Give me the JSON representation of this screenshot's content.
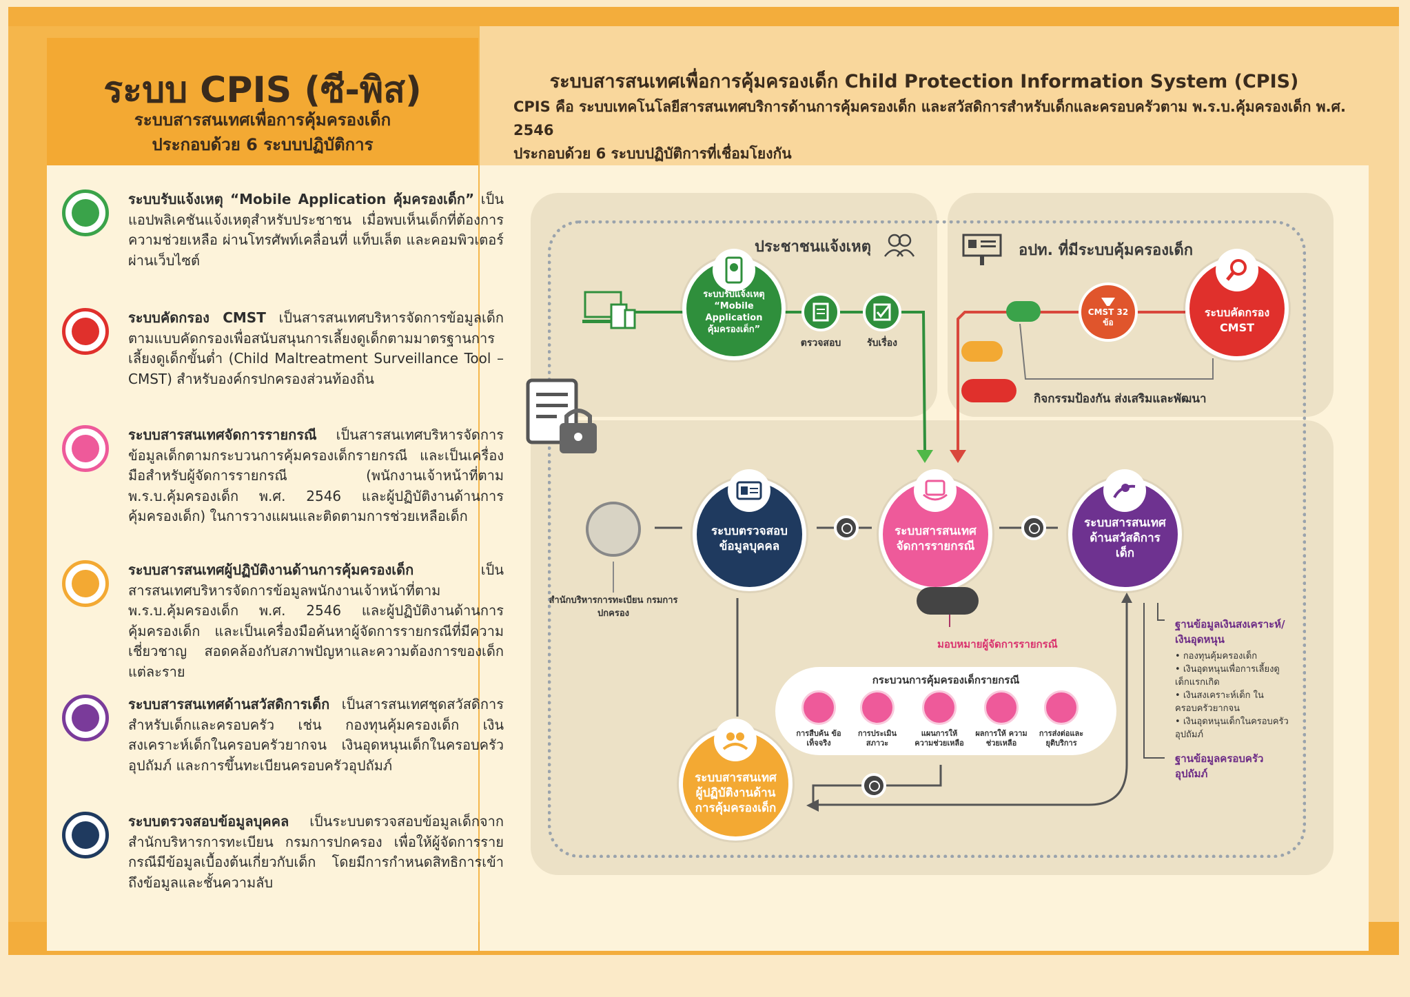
{
  "left_header": {
    "title": "ระบบ CPIS (ซี-พิส)",
    "subtitle_1": "ระบบสารสนเทศเพื่อการคุ้มครองเด็ก",
    "subtitle_2": "ประกอบด้วย 6 ระบบปฏิบัติการ"
  },
  "right_header": {
    "title": "ระบบสารสนเทศเพื่อการคุ้มครองเด็ก Child Protection Information System (CPIS)",
    "desc_1": "CPIS คือ ระบบเทคโนโลยีสารสนเทศบริการด้านการคุ้มครองเด็ก และสวัสดิการสำหรับเด็กและครอบครัวตาม พ.ร.บ.คุ้มครองเด็ก พ.ศ. 2546",
    "desc_2": "ประกอบด้วย 6 ระบบปฏิบัติการที่เชื่อมโยงกัน"
  },
  "systems": [
    {
      "name": "ระบบรับแจ้งเหตุ “Mobile Application คุ้มครองเด็ก”",
      "body": " เป็นแอปพลิเคชันแจ้งเหตุสำหรับประชาชน เมื่อพบเห็นเด็กที่ต้องการความช่วยเหลือ ผ่านโทรศัพท์เคลื่อนที่ แท็บเล็ต และคอมพิวเตอร์ผ่านเว็บไซต์",
      "color": "#3aa34a",
      "icon": "mobile-app-icon"
    },
    {
      "name": "ระบบคัดกรอง CMST",
      "body": " เป็นสารสนเทศบริหารจัดการข้อมูลเด็กตามแบบคัดกรองเพื่อสนับสนุนการเลี้ยงดูเด็กตามมาตรฐานการเลี้ยงดูเด็กขั้นต่ำ (Child Maltreatment Surveillance Tool – CMST) สำหรับองค์กรปกครองส่วนท้องถิ่น",
      "color": "#e0302c",
      "icon": "screening-icon"
    },
    {
      "name": "ระบบสารสนเทศจัดการรายกรณี",
      "body": " เป็นสารสนเทศบริหารจัดการข้อมูลเด็กตามกระบวนการคุ้มครองเด็กรายกรณี และเป็นเครื่องมือสำหรับผู้จัดการรายกรณี (พนักงานเจ้าหน้าที่ตาม พ.ร.บ.คุ้มครองเด็ก พ.ศ. 2546 และผู้ปฏิบัติงานด้านการคุ้มครองเด็ก) ในการวางแผนและติดตามการช่วยเหลือเด็ก",
      "color": "#ee5a9a",
      "icon": "case-management-icon"
    },
    {
      "name": "ระบบสารสนเทศผู้ปฏิบัติงานด้านการคุ้มครองเด็ก",
      "body": " เป็นสารสนเทศบริหารจัดการข้อมูลพนักงานเจ้าหน้าที่ตาม พ.ร.บ.คุ้มครองเด็ก พ.ศ. 2546 และผู้ปฏิบัติงานด้านการคุ้มครองเด็ก และเป็นเครื่องมือค้นหาผู้จัดการรายกรณีที่มีความเชี่ยวชาญ สอดคล้องกับสภาพปัญหาและความต้องการของเด็กแต่ละราย",
      "color": "#f3a933",
      "icon": "practitioner-icon"
    },
    {
      "name": "ระบบสารสนเทศด้านสวัสดิการเด็ก",
      "body": " เป็นสารสนเทศชุดสวัสดิการสำหรับเด็กและครอบครัว เช่น กองทุนคุ้มครองเด็ก เงินสงเคราะห์เด็กในครอบครัวยากจน เงินอุดหนุนเด็กในครอบครัวอุปถัมภ์ และการขึ้นทะเบียนครอบครัวอุปถัมภ์",
      "color": "#7a3b9a",
      "icon": "welfare-icon"
    },
    {
      "name": "ระบบตรวจสอบข้อมูลบุคคล",
      "body": " เป็นระบบตรวจสอบข้อมูลเด็กจากสำนักบริหารการทะเบียน กรมการปกครอง เพื่อให้ผู้จัดการรายกรณีมีข้อมูลเบื้องต้นเกี่ยวกับเด็ก โดยมีการกำหนดสิทธิการเข้าถึงข้อมูลและชั้นความลับ",
      "color": "#1f3a5f",
      "icon": "id-card-icon"
    }
  ],
  "diagram": {
    "zone_public": "ประชาชนแจ้งเหตุ",
    "zone_local": "อปท. ที่มีระบบคุ้มครองเด็ก",
    "mobile_circle": "ระบบรับแจ้งเหตุ “Mobile Application คุ้มครองเด็ก”",
    "check_label": "ตรวจสอบ",
    "accept_label": "รับเรื่อง",
    "cmst_funnel": "CMST 32 ข้อ",
    "cmst_circle": "ระบบคัดกรอง CMST",
    "prevention_label": "กิจกรรมป้องกัน ส่งเสริมและพัฒนา",
    "registry_label": "สำนักบริหารการทะเบียน กรมการปกครอง",
    "person_circle": "ระบบตรวจสอบ ข้อมูลบุคคล",
    "case_circle": "ระบบสารสนเทศ จัดการรายกรณี",
    "welfare_circle": "ระบบสารสนเทศ ด้านสวัสดิการ เด็ก",
    "assign_label": "มอบหมายผู้จัดการรายกรณี",
    "process_title": "กระบวนการคุ้มครองเด็กรายกรณี",
    "process_steps": [
      "การสืบค้น ข้อเท็จจริง",
      "การประเมิน สภาวะ",
      "แผนการให้ ความช่วยเหลือ",
      "ผลการให้ ความช่วยเหลือ",
      "การส่งต่อและ ยุติบริการ"
    ],
    "practitioner_circle": "ระบบสารสนเทศ ผู้ปฏิบัติงานด้าน การคุ้มครองเด็ก",
    "fund_title": "ฐานข้อมูลเงินสงเคราะห์/ เงินอุดหนุน",
    "fund_items": [
      "กองทุนคุ้มครองเด็ก",
      "เงินอุดหนุนเพื่อการเลี้ยงดู เด็กแรกเกิด",
      "เงินสงเคราะห์เด็ก ในครอบครัวยากจน",
      "เงินอุดหนุนเด็กในครอบครัว อุปถัมภ์"
    ],
    "foster_title": "ฐานข้อมูลครอบครัว อุปถัมภ์"
  }
}
